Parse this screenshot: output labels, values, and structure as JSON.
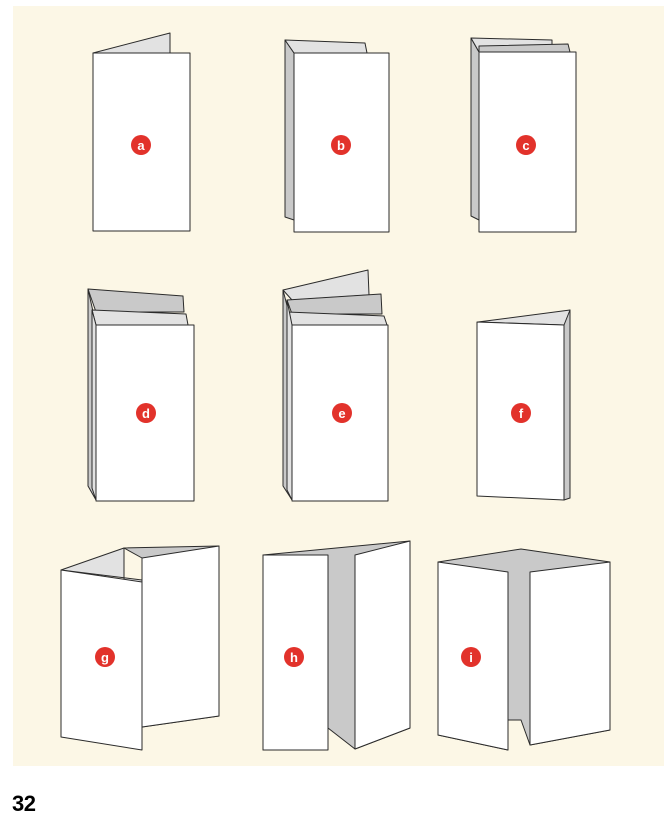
{
  "page_number": "32",
  "colors": {
    "background": "#fcf7e6",
    "panel_front": "#ffffff",
    "panel_back": "#c9c9c9",
    "panel_back_light": "#e2e2e2",
    "outline": "#2b2b2b",
    "label_fill": "#e2322b",
    "label_text": "#ffffff"
  },
  "figures": [
    {
      "id": "a",
      "label": "a"
    },
    {
      "id": "b",
      "label": "b"
    },
    {
      "id": "c",
      "label": "c"
    },
    {
      "id": "d",
      "label": "d"
    },
    {
      "id": "e",
      "label": "e"
    },
    {
      "id": "f",
      "label": "f"
    },
    {
      "id": "g",
      "label": "g"
    },
    {
      "id": "h",
      "label": "h"
    },
    {
      "id": "i",
      "label": "i"
    }
  ]
}
